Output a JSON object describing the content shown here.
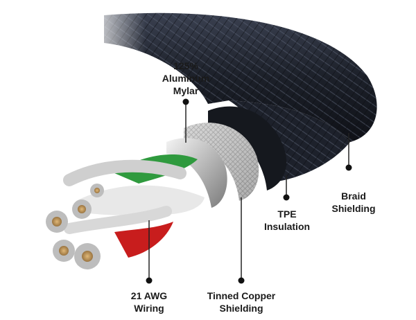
{
  "labels": {
    "mylar": {
      "lines": [
        "125%",
        "Aluminum",
        "Mylar"
      ]
    },
    "tpe": {
      "lines": [
        "TPE",
        "Insulation"
      ]
    },
    "braid": {
      "lines": [
        "Braid",
        "Shielding"
      ]
    },
    "wiring": {
      "lines": [
        "21 AWG",
        "Wiring"
      ]
    },
    "copper": {
      "lines": [
        "Tinned Copper",
        "Shielding"
      ]
    }
  },
  "colors": {
    "braid": "#1f2430",
    "tpe": "#1a1d24",
    "copper_shield": "#c9c9c9",
    "mylar": "#e6e6e6",
    "wire_green": "#2f9a3e",
    "wire_red": "#c81d1d",
    "wire_white": "#e8e8e8",
    "strand_core": "#c8a060",
    "leader_line": "#222222"
  }
}
